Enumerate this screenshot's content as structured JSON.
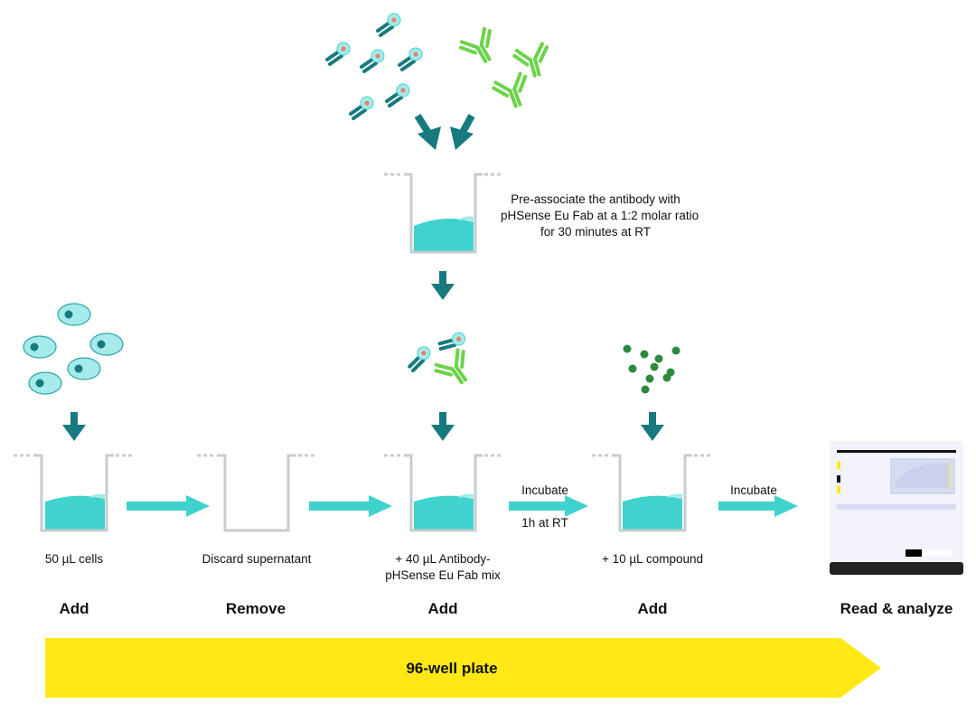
{
  "preassoc": {
    "line1": "Pre-associate the antibody with",
    "line2": "pHSense Eu Fab at a 1:2 molar ratio",
    "line3": "for 30 minutes at RT"
  },
  "wells": {
    "w1": "50 µL cells",
    "w2": "Discard supernatant",
    "w3_line1": "+ 40 µL Antibody-",
    "w3_line2": "pHSense Eu Fab mix",
    "w4": "+ 10 µL compound"
  },
  "incubate1": {
    "top": "Incubate",
    "bottom": "1h at RT"
  },
  "incubate2": {
    "top": "Incubate"
  },
  "steps": {
    "s1": "Add",
    "s2": "Remove",
    "s3": "Add",
    "s4": "Add",
    "s5": "Read & analyze"
  },
  "banner": {
    "label": "96-well plate",
    "color": "#ffe816"
  },
  "colors": {
    "teal_dark": "#177a7f",
    "teal_liquid": "#40d3cd",
    "arrow_light": "#40d3cd",
    "green": "#6cd34a",
    "cell": "#a6eaea",
    "dot": "#2b8a3e",
    "well_grey": "#c6cdd0"
  },
  "icons": [
    "fab-icon",
    "antibody-icon",
    "down-arrow-icon",
    "right-arrow-icon",
    "cell-icon",
    "compound-icon",
    "plate-reader-icon"
  ]
}
